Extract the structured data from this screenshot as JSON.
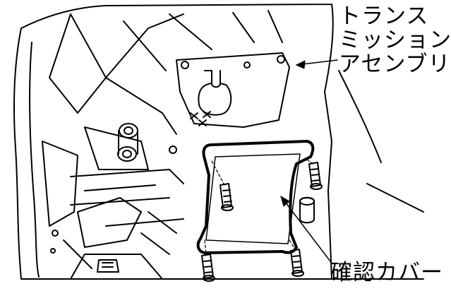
{
  "labels": {
    "transmission_assembly": [
      "トランス",
      "ミッション",
      "アセンブリ"
    ],
    "inspection_cover": "確認カバー"
  },
  "colors": {
    "line": "#000000",
    "background": "#ffffff"
  }
}
